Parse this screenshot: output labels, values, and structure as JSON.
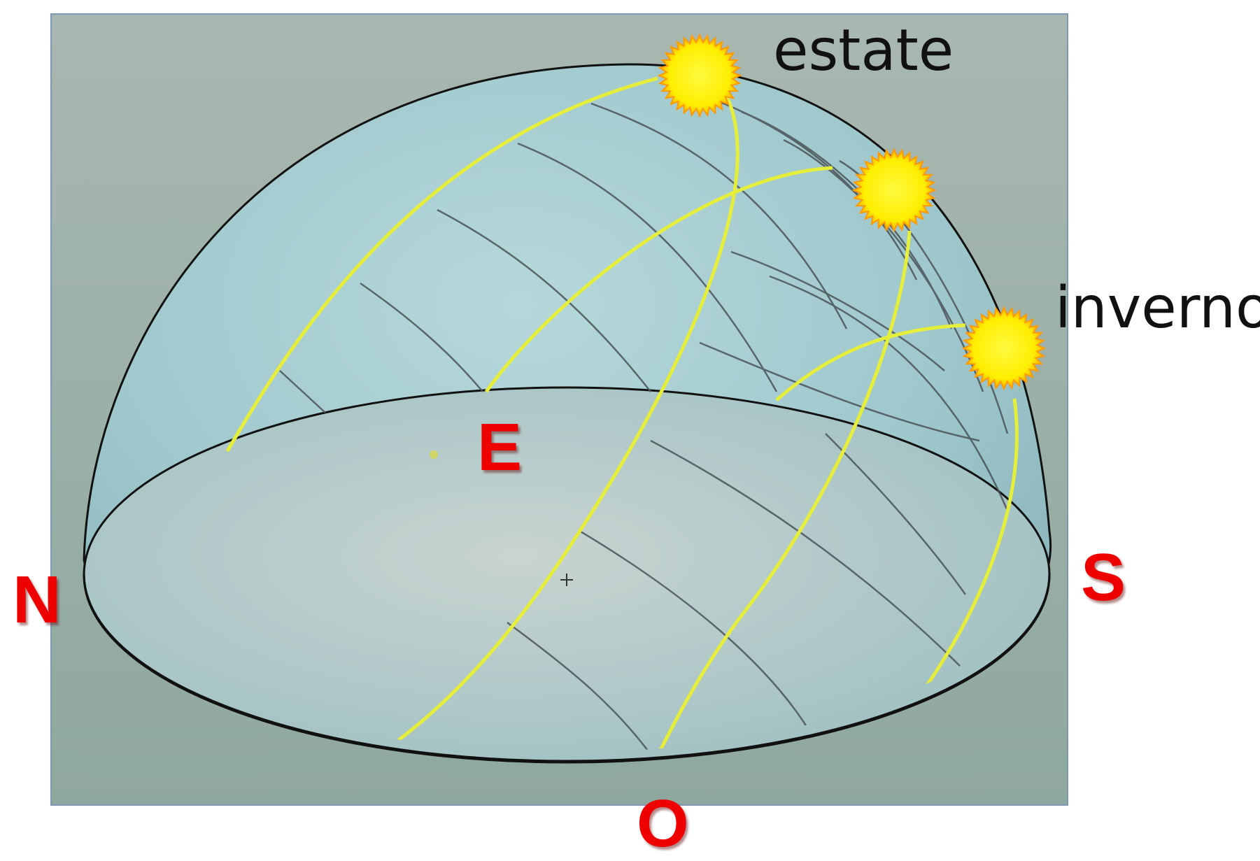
{
  "labels": {
    "summer": "estate",
    "winter": "inverno",
    "north": "N",
    "south": "S",
    "east": "E",
    "west": "O"
  },
  "colors": {
    "background_panel": "#9fb4ac",
    "dome": "#a9cdd1",
    "sun_path": "#e6ee3c",
    "hour_lines": "#4a5458",
    "sun": "#ffee00",
    "sun_rim": "#ff9900",
    "direction_labels": "#ee0000"
  },
  "icons": {
    "sun": "sun-icon"
  }
}
